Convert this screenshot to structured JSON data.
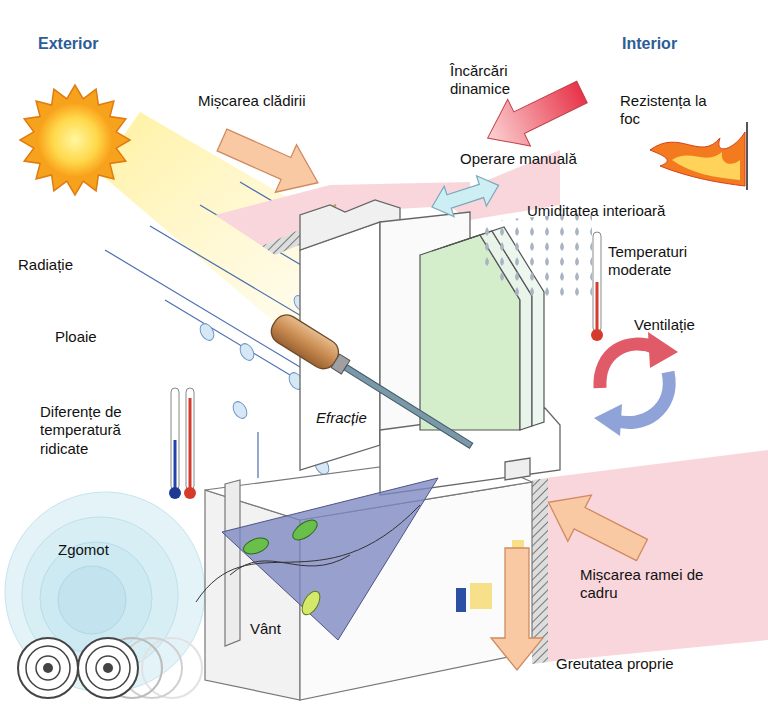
{
  "diagram": {
    "labels": [
      "Exterior",
      "Interior",
      "Încărcări dinamice",
      "Mișcarea clădirii",
      "Rezistența la foc",
      "Operare manuală",
      "Umiditatea interioară",
      "Radiație",
      "Temperaturi moderate",
      "Ventilație",
      "Ploaie",
      "Diferențe de temperatură ridicate",
      "Efracție",
      "Zgomot",
      "Mișcarea ramei de cadru",
      "Vânt",
      "Greutatea proprie"
    ]
  }
}
